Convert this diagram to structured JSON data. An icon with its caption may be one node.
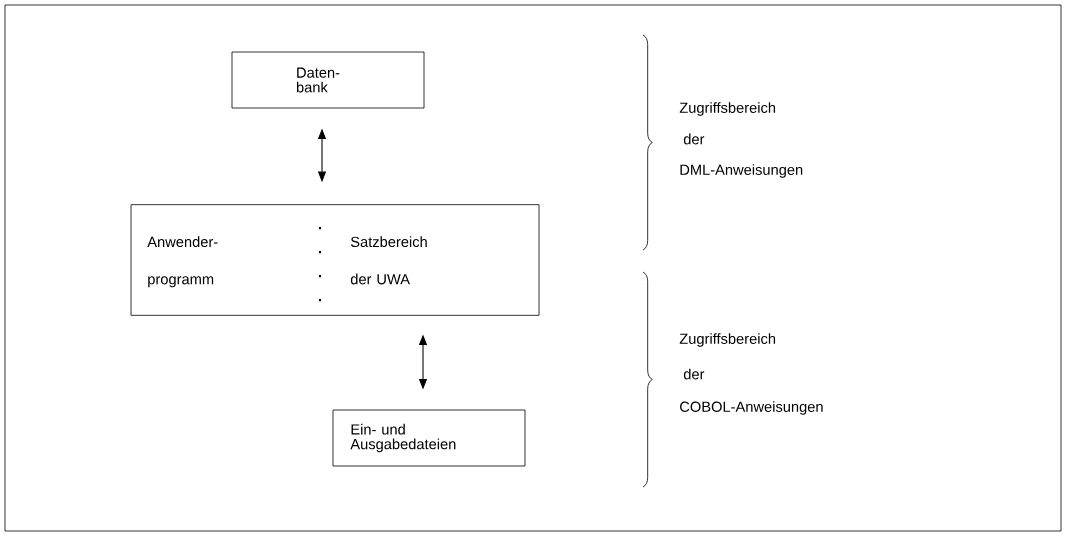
{
  "diagram": {
    "nodes": [
      {
        "text": [
          "Daten- bank"
        ]
      },
      {
        "text": [
          "Anwender- programm",
          "Satzbereich der UWA"
        ]
      },
      {
        "text": [
          "Ein- und Ausgabedateien"
        ]
      }
    ],
    "edges": [
      {
        "from": 0,
        "to": 1,
        "arrow": "both"
      },
      {
        "from": 1,
        "to": 2,
        "arrow": "both"
      }
    ],
    "labels": [
      "Zugriffsbereich",
      "der",
      "DML-Anweisungen",
      "Zugriffsbereich",
      "der",
      "COBOL-Anweisungen"
    ]
  }
}
